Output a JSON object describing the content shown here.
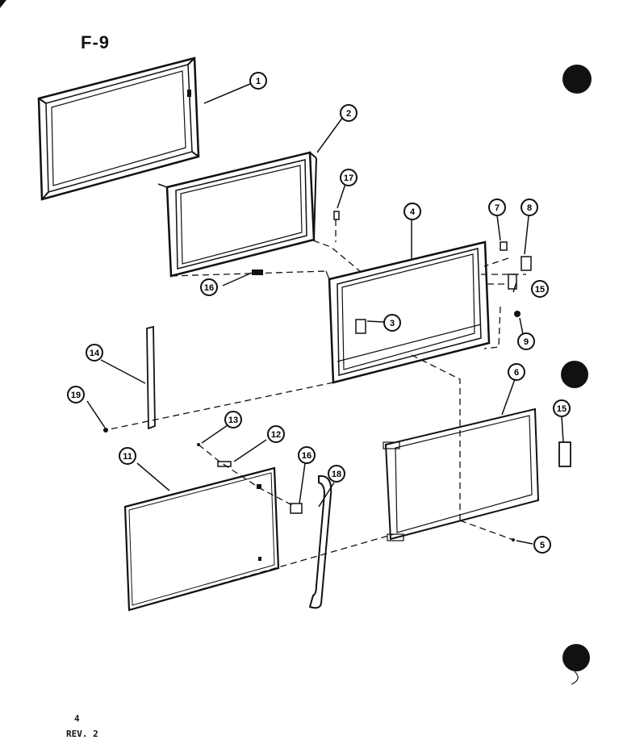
{
  "figure": {
    "title": "F-9",
    "page_number": "4",
    "revision": "REV. 2"
  },
  "callouts": [
    {
      "id": "c1",
      "label": "1",
      "part": "outer-door-frame"
    },
    {
      "id": "c2",
      "label": "2",
      "part": "door-window-frame"
    },
    {
      "id": "c17",
      "label": "17",
      "part": "screw"
    },
    {
      "id": "c4",
      "label": "4",
      "part": "door-inner-frame"
    },
    {
      "id": "c7",
      "label": "7",
      "part": "spring"
    },
    {
      "id": "c8",
      "label": "8",
      "part": "hook"
    },
    {
      "id": "c15a",
      "label": "15",
      "part": "latch-block"
    },
    {
      "id": "c16a",
      "label": "16",
      "part": "hinge-pin"
    },
    {
      "id": "c3",
      "label": "3",
      "part": "stopper"
    },
    {
      "id": "c9",
      "label": "9",
      "part": "nut"
    },
    {
      "id": "c14",
      "label": "14",
      "part": "door-seal-strip"
    },
    {
      "id": "c6",
      "label": "6",
      "part": "choke-frame"
    },
    {
      "id": "c19",
      "label": "19",
      "part": "screw"
    },
    {
      "id": "c15b",
      "label": "15",
      "part": "latch-block"
    },
    {
      "id": "c13",
      "label": "13",
      "part": "screw"
    },
    {
      "id": "c12",
      "label": "12",
      "part": "bracket"
    },
    {
      "id": "c11",
      "label": "11",
      "part": "door-panel"
    },
    {
      "id": "c16b",
      "label": "16",
      "part": "handle-clip"
    },
    {
      "id": "c18",
      "label": "18",
      "part": "door-handle"
    },
    {
      "id": "c5",
      "label": "5",
      "part": "screw"
    }
  ],
  "colors": {
    "ink": "#111111",
    "paper": "#ffffff"
  }
}
